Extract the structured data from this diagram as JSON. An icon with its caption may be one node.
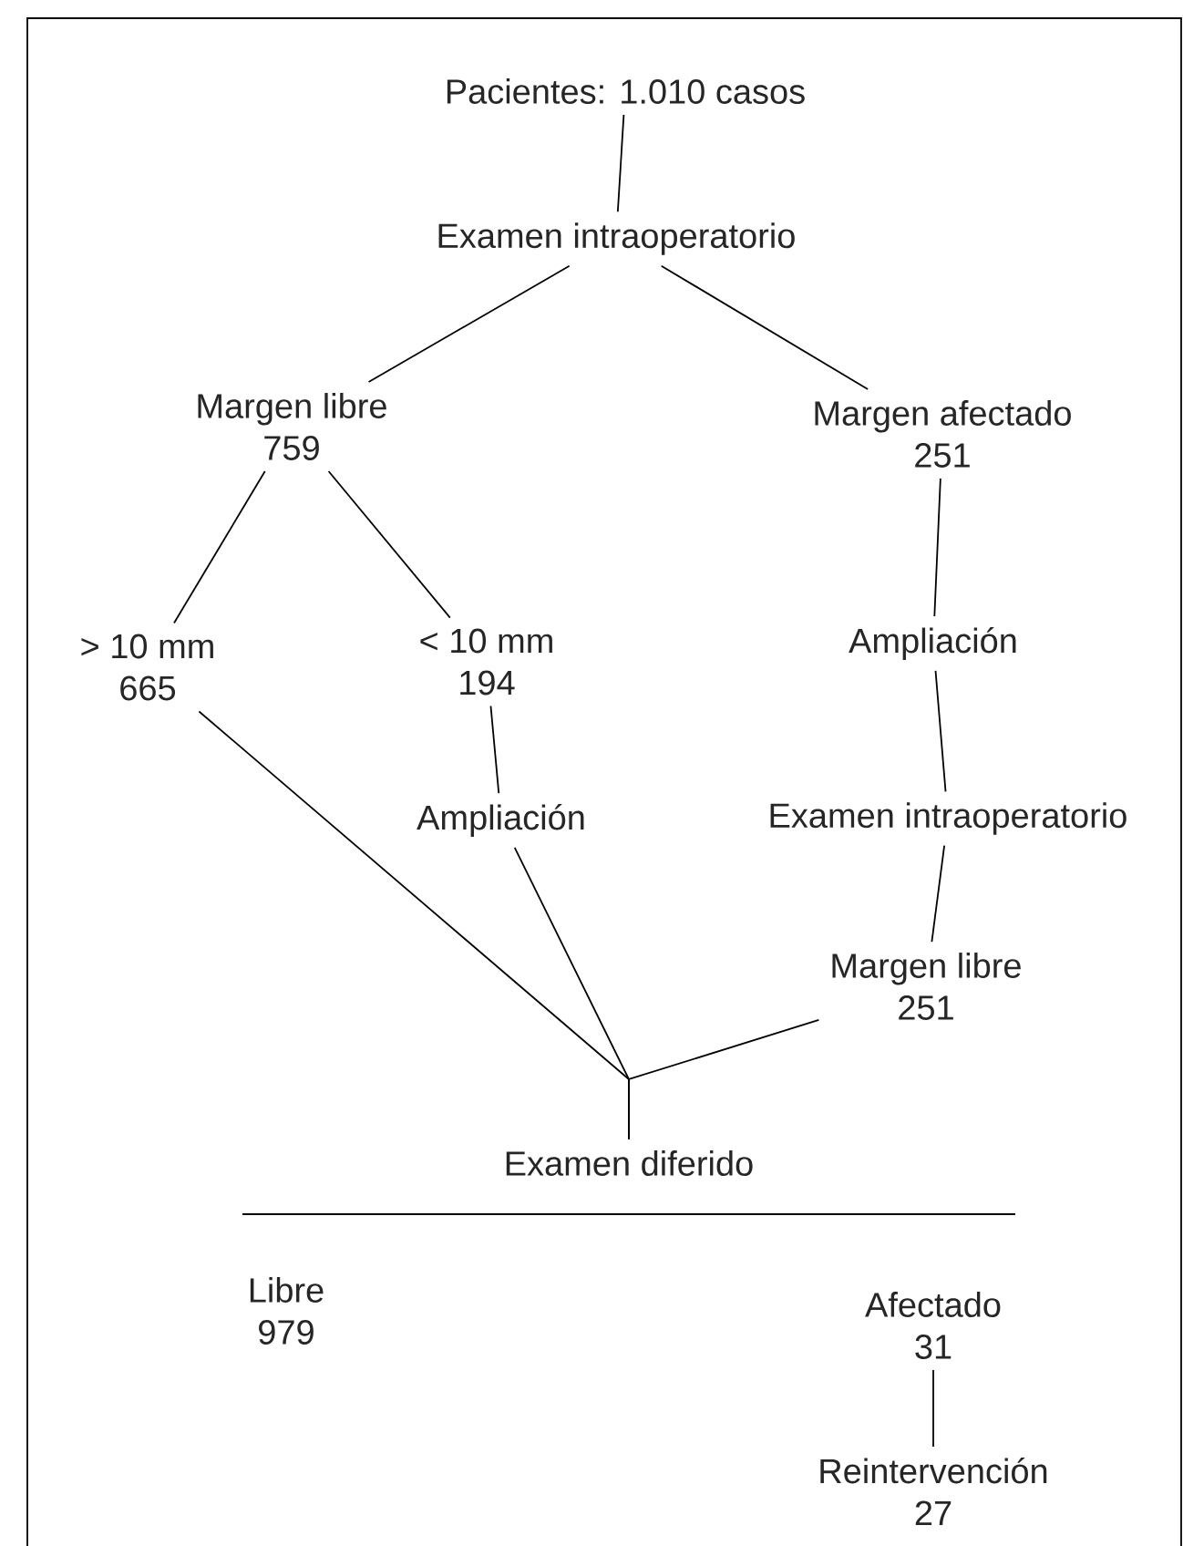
{
  "diagram": {
    "nodes": [
      {
        "text": [
          "Pacientes: 1.010 casos"
        ]
      },
      {
        "text": [
          "Examen intraoperatorio"
        ]
      },
      {
        "text": [
          "Margen libre",
          "759"
        ]
      },
      {
        "text": [
          "Margen afectado",
          "251"
        ]
      },
      {
        "text": [
          "> 10 mm",
          "665"
        ]
      },
      {
        "text": [
          "< 10 mm",
          "194"
        ]
      },
      {
        "text": [
          "Ampliación"
        ]
      },
      {
        "text": [
          "Ampliación"
        ]
      },
      {
        "text": [
          "Examen intraoperatorio"
        ]
      },
      {
        "text": [
          "Margen libre",
          "251"
        ]
      },
      {
        "text": [
          "Examen diferido"
        ]
      },
      {
        "text": [
          "Libre",
          "979"
        ]
      },
      {
        "text": [
          "Afectado",
          "31"
        ]
      },
      {
        "text": [
          "Reintervención",
          "27"
        ]
      }
    ],
    "edges": [
      {
        "from": 0,
        "to": 1,
        "arrow": "none"
      },
      {
        "from": 1,
        "to": 2,
        "arrow": "none"
      },
      {
        "from": 1,
        "to": 3,
        "arrow": "none"
      },
      {
        "from": 2,
        "to": 4,
        "arrow": "none"
      },
      {
        "from": 2,
        "to": 5,
        "arrow": "none"
      },
      {
        "from": 3,
        "to": 6,
        "arrow": "none"
      },
      {
        "from": 5,
        "to": 7,
        "arrow": "none"
      },
      {
        "from": 6,
        "to": 8,
        "arrow": "none"
      },
      {
        "from": 8,
        "to": 9,
        "arrow": "none"
      },
      {
        "from": 4,
        "to": 10,
        "arrow": "none"
      },
      {
        "from": 7,
        "to": 10,
        "arrow": "none"
      },
      {
        "from": 9,
        "to": 10,
        "arrow": "none"
      },
      {
        "from": 12,
        "to": 13,
        "arrow": "none"
      }
    ]
  }
}
